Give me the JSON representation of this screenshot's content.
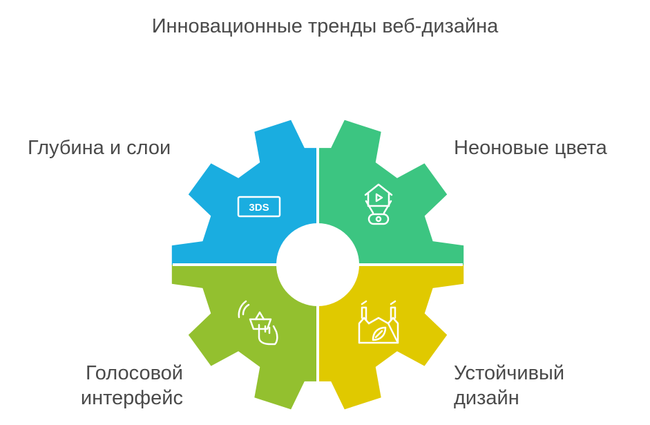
{
  "title": "Инновационные тренды веб-дизайна",
  "segments": {
    "top_left": {
      "label": "Глубина и слои",
      "color": "#1aade0",
      "icon": "3ds-icon",
      "icon_text": "3DS"
    },
    "top_right": {
      "label": "Неоновые цвета",
      "color": "#3cc581",
      "icon": "home-video-robot-icon"
    },
    "bottom_left": {
      "label_line1": "Голосовой",
      "label_line2": "интерфейс",
      "color": "#93c02f",
      "icon": "voice-basket-hand-icon"
    },
    "bottom_right": {
      "label_line1": "Устойчивый",
      "label_line2": "дизайн",
      "color": "#e0c900",
      "icon": "eco-factory-icon"
    }
  }
}
